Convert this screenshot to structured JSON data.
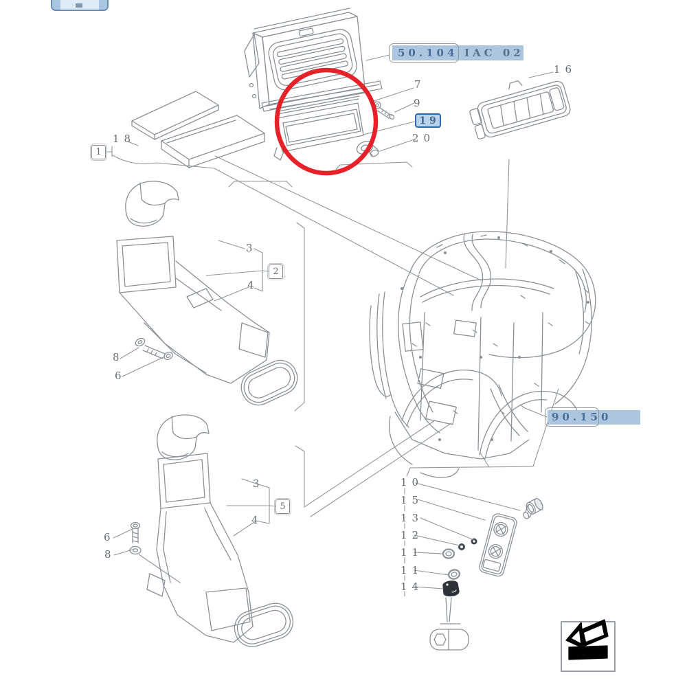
{
  "diagram": {
    "type": "parts-exploded-view",
    "colors": {
      "highlight_bar": "#abc6de",
      "selected_border": "#2f66a8",
      "highlight_circle": "#e62129",
      "line_art": "#8a9096",
      "callout_text": "#686d73"
    },
    "refs": {
      "top": {
        "code": "50.104",
        "suffix": "IAC 02"
      },
      "bottom": {
        "code": "90.150"
      }
    },
    "selected_callout": "19",
    "callouts": {
      "strip": "7",
      "screw": "9",
      "grommet": "20",
      "vent": "16",
      "filter_elements": "18",
      "figure1": "1",
      "figure2": "2",
      "figure5": "5",
      "upper_duct": {
        "duct": "3",
        "gasket": "4",
        "washer": "8",
        "bolt": "6"
      },
      "lower_duct": {
        "duct": "3",
        "gasket": "4",
        "bolt": "6",
        "washer": "8"
      },
      "panel_list": [
        "10",
        "15",
        "13",
        "12",
        "11",
        "11",
        "14"
      ]
    },
    "nav": {
      "icon": "previous-figure-arrow"
    }
  }
}
